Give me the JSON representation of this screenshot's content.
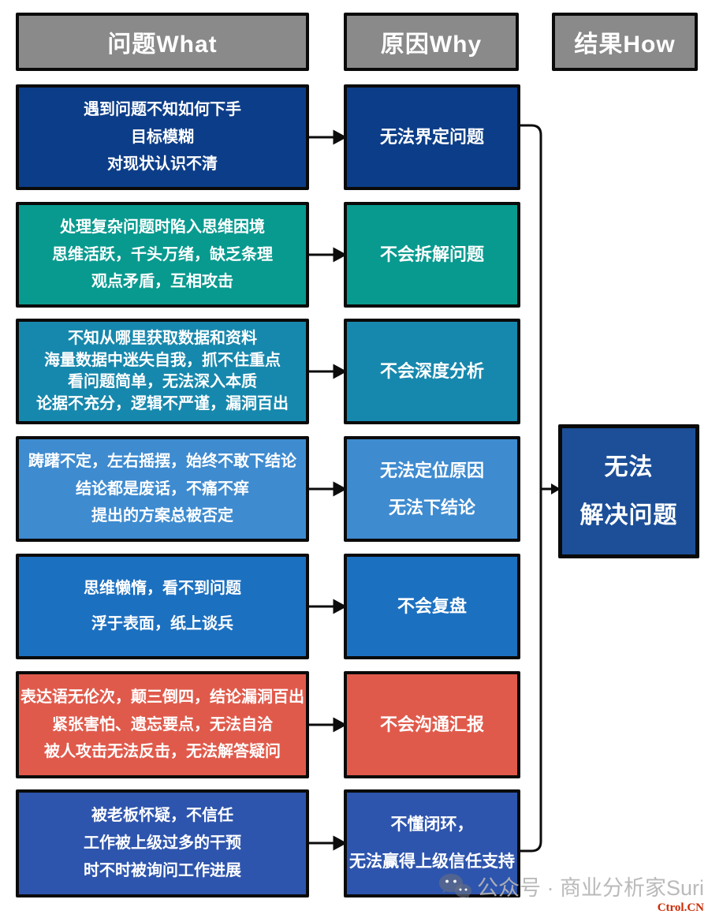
{
  "headers": {
    "what": {
      "label": "问题What",
      "bg": "#8a8a8a"
    },
    "why": {
      "label": "原因Why",
      "bg": "#8a8a8a"
    },
    "how": {
      "label": "结果How",
      "bg": "#8a8a8a"
    }
  },
  "rows": [
    {
      "color": "#0c3d88",
      "what_lines": [
        "遇到问题不知如何下手",
        "目标模糊",
        "对现状认识不清"
      ],
      "why_lines": [
        "无法界定问题"
      ]
    },
    {
      "color": "#089a8f",
      "what_lines": [
        "处理复杂问题时陷入思维困境",
        "思维活跃，千头万绪，缺乏条理",
        "观点矛盾，互相攻击"
      ],
      "why_lines": [
        "不会拆解问题"
      ]
    },
    {
      "color": "#1788ad",
      "what_lines": [
        "不知从哪里获取数据和资料",
        "海量数据中迷失自我，抓不住重点",
        "看问题简单，无法深入本质",
        "论据不充分，逻辑不严谨，漏洞百出"
      ],
      "why_lines": [
        "不会深度分析"
      ]
    },
    {
      "color": "#3e8bd0",
      "what_lines": [
        "踌躇不定，左右摇摆，始终不敢下结论",
        "结论都是废话，不痛不痒",
        "提出的方案总被否定"
      ],
      "why_lines": [
        "无法定位原因",
        "无法下结论"
      ]
    },
    {
      "color": "#1c70c0",
      "what_lines": [
        "思维懒惰，看不到问题",
        "浮于表面，纸上谈兵"
      ],
      "why_lines": [
        "不会复盘"
      ]
    },
    {
      "color": "#e05a4b",
      "what_lines": [
        "表达语无伦次，颠三倒四，结论漏洞百出",
        "紧张害怕、遗忘要点，无法自洽",
        "被人攻击无法反击，无法解答疑问"
      ],
      "why_lines": [
        "不会沟通汇报"
      ]
    },
    {
      "color": "#2e55ad",
      "what_lines": [
        "被老板怀疑，不信任",
        "工作被上级过多的干预",
        "时不时被询问工作进展"
      ],
      "why_lines": [
        "不懂闭环，",
        "无法赢得上级信任支持"
      ]
    }
  ],
  "result": {
    "color": "#1c4f98",
    "lines": [
      "无法",
      "解决问题"
    ]
  },
  "watermark": {
    "icon": "wechat-icon",
    "text": "公众号 · 商业分析家Suri",
    "text_color": "#b5b5b6",
    "brand": "Ctrol.CN",
    "brand_color": "#cc2b05"
  }
}
